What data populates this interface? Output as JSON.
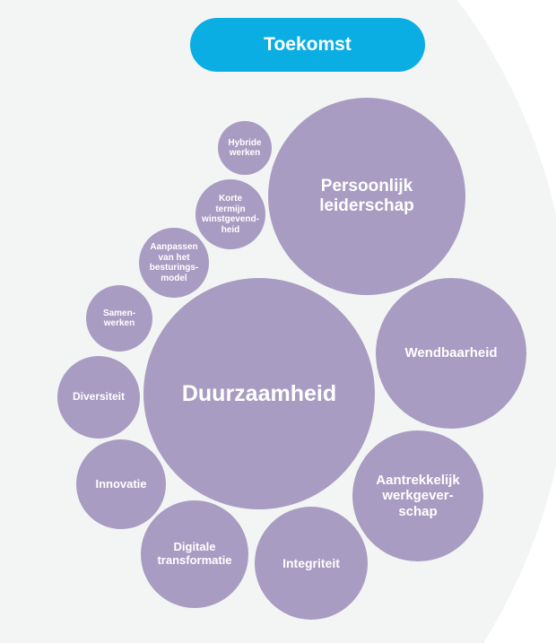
{
  "header": {
    "title": "Toekomst"
  },
  "colors": {
    "pill": "#0aaee3",
    "bubble": "#a99cc2",
    "background": "#f2f5f4"
  },
  "bubbles": [
    {
      "id": "duurzaamheid",
      "label": "Duurzaamheid"
    },
    {
      "id": "persoonlijk-leiderschap",
      "label": "Persoonlijk\nleiderschap"
    },
    {
      "id": "wendbaarheid",
      "label": "Wendbaarheid"
    },
    {
      "id": "aantrekkelijk-werkgeverschap",
      "label": "Aantrekkelijk\nwerkgever-\nschap"
    },
    {
      "id": "integriteit",
      "label": "Integriteit"
    },
    {
      "id": "digitale-transformatie",
      "label": "Digitale\ntransformatie"
    },
    {
      "id": "innovatie",
      "label": "Innovatie"
    },
    {
      "id": "diversiteit",
      "label": "Diversiteit"
    },
    {
      "id": "samenwerken",
      "label": "Samen-\nwerken"
    },
    {
      "id": "aanpassen-besturingsmodel",
      "label": "Aanpassen\nvan het\nbesturings-\nmodel"
    },
    {
      "id": "korte-termijn-winstgevendheid",
      "label": "Korte\ntermijn\nwinstgevend-\nheid"
    },
    {
      "id": "hybride-werken",
      "label": "Hybride\nwerken"
    }
  ]
}
